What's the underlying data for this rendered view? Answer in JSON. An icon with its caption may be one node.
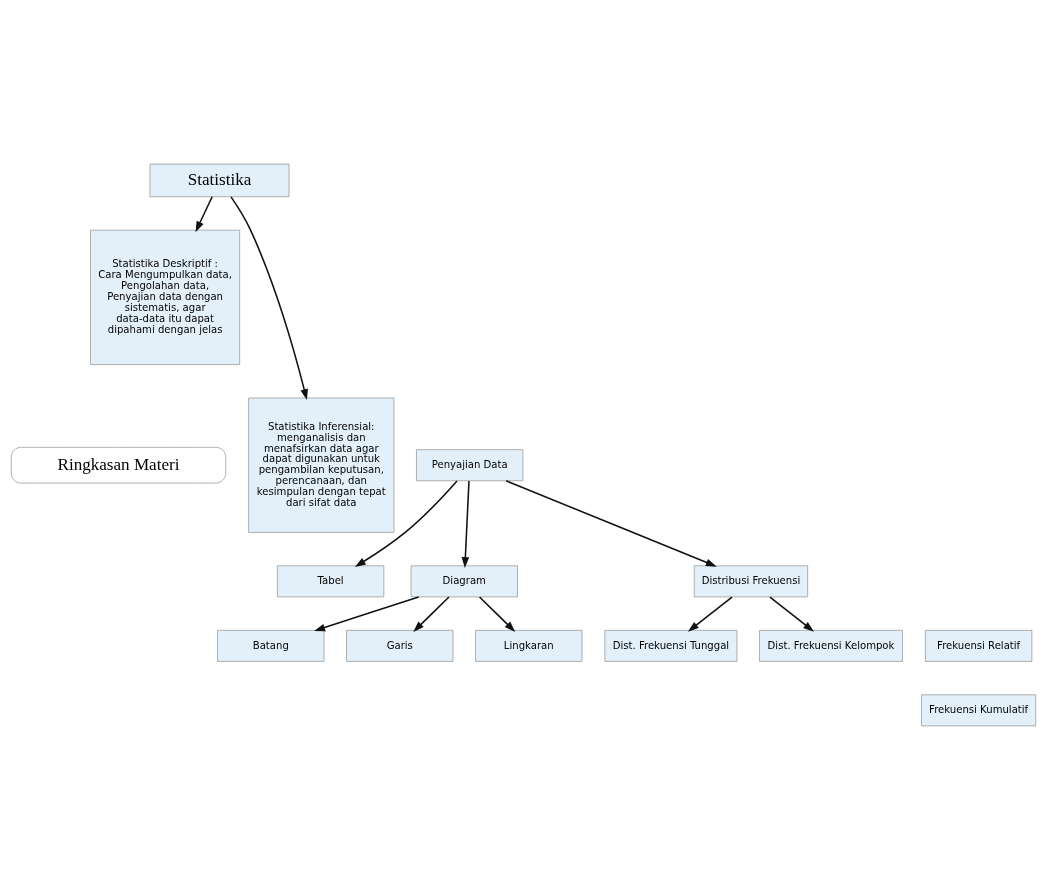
{
  "diagram": {
    "nodes": [
      {
        "text": [
          "Statistika"
        ]
      },
      {
        "text": [
          "Statistika Deskriptif :",
          "Cara Mengumpulkan data, Pengolahan data, Penyajian data dengan sistematis, agar data-data itu dapat dipahami dengan jelas"
        ]
      },
      {
        "text": [
          "Statistika Inferensial:",
          "menganalisis dan menafsirkan data agar dapat digunakan untuk pengambilan keputusan, perencanaan, dan kesimpulan dengan tepat dari sifat data"
        ]
      },
      {
        "text": [
          "Ringkasan Materi"
        ]
      },
      {
        "text": [
          "Penyajian Data"
        ]
      },
      {
        "text": [
          "Tabel"
        ]
      },
      {
        "text": [
          "Diagram"
        ]
      },
      {
        "text": [
          "Distribusi Frekuensi"
        ]
      },
      {
        "text": [
          "Batang"
        ]
      },
      {
        "text": [
          "Garis"
        ]
      },
      {
        "text": [
          "Lingkaran"
        ]
      },
      {
        "text": [
          "Dist. Frekuensi Tunggal"
        ]
      },
      {
        "text": [
          "Dist. Frekuensi Kelompok"
        ]
      },
      {
        "text": [
          "Frekuensi Relatif"
        ]
      },
      {
        "text": [
          "Frekuensi Kumulatif"
        ]
      }
    ],
    "edges": [
      {
        "from": 0,
        "to": 1,
        "arrow": "to"
      },
      {
        "from": 0,
        "to": 2,
        "arrow": "to"
      },
      {
        "from": 4,
        "to": 5,
        "arrow": "to"
      },
      {
        "from": 4,
        "to": 6,
        "arrow": "to"
      },
      {
        "from": 4,
        "to": 7,
        "arrow": "to"
      },
      {
        "from": 6,
        "to": 8,
        "arrow": "to"
      },
      {
        "from": 6,
        "to": 9,
        "arrow": "to"
      },
      {
        "from": 6,
        "to": 10,
        "arrow": "to"
      },
      {
        "from": 7,
        "to": 11,
        "arrow": "to"
      },
      {
        "from": 7,
        "to": 12,
        "arrow": "to"
      }
    ]
  }
}
